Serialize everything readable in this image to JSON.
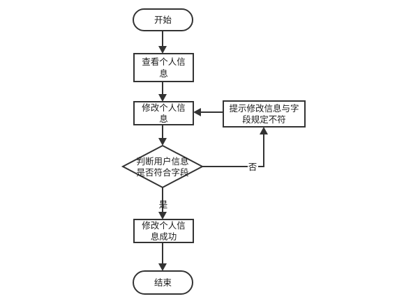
{
  "nodes": {
    "start": {
      "lines": [
        "开始"
      ]
    },
    "view_info": {
      "lines": [
        "查看个人信",
        "息"
      ]
    },
    "edit_info": {
      "lines": [
        "修改个人信",
        "息"
      ]
    },
    "check_fields": {
      "lines": [
        "判断用户信息",
        "是否符合字段"
      ]
    },
    "notify_mismatch": {
      "lines": [
        "提示修改信息与字",
        "段规定不符"
      ]
    },
    "edit_success": {
      "lines": [
        "修改个人信",
        "息成功"
      ]
    },
    "end": {
      "lines": [
        "结束"
      ]
    }
  },
  "edges": {
    "yes_label": "是",
    "no_label": "否"
  },
  "colors": {
    "stroke": "#333333",
    "fill": "#ffffff",
    "text": "#1a1a1a"
  }
}
